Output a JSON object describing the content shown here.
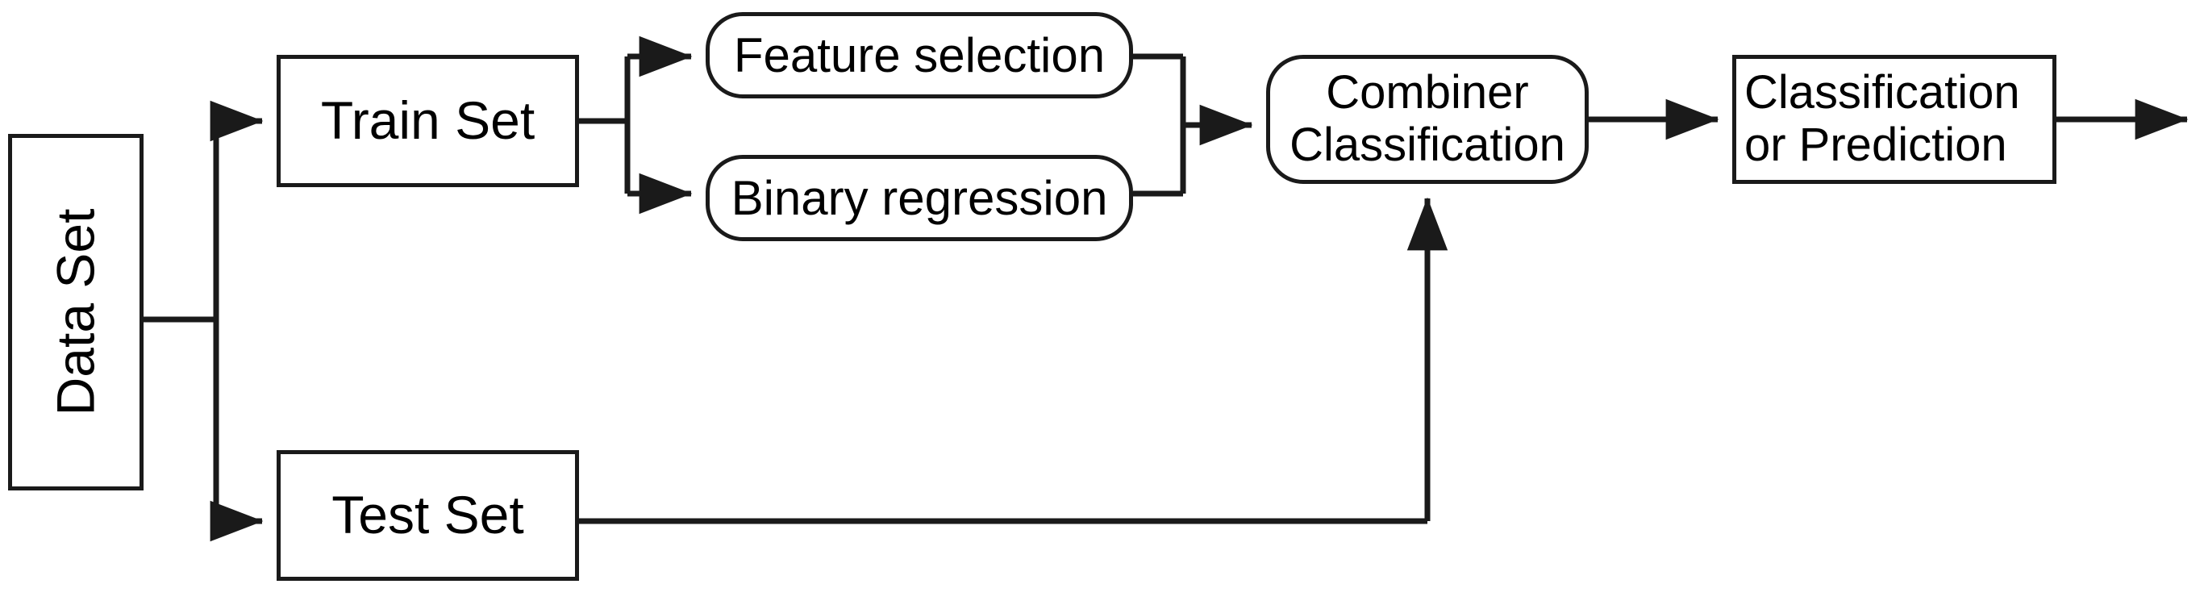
{
  "diagram": {
    "title": "Machine learning pipeline flowchart",
    "background_color": "#ffffff",
    "stroke_color": "#1a1a1a",
    "text_color": "#000000",
    "nodes": {
      "data_set": {
        "label": "Data Set",
        "shape": "rectangle",
        "orientation": "vertical"
      },
      "train_set": {
        "label": "Train Set",
        "shape": "rectangle"
      },
      "test_set": {
        "label": "Test Set",
        "shape": "rectangle"
      },
      "feature_selection": {
        "label": "Feature selection",
        "shape": "rounded-rectangle"
      },
      "binary_regression": {
        "label": "Binary regression",
        "shape": "rounded-rectangle"
      },
      "combiner_classification": {
        "label": "Combiner\nClassification",
        "shape": "rounded-rectangle"
      },
      "classification_or_prediction": {
        "label": "Classification\nor Prediction",
        "shape": "rectangle"
      }
    },
    "edges": [
      {
        "from": "data_set",
        "to": "train_set",
        "arrow": true
      },
      {
        "from": "data_set",
        "to": "test_set",
        "arrow": true
      },
      {
        "from": "train_set",
        "to": "feature_selection",
        "arrow": true
      },
      {
        "from": "train_set",
        "to": "binary_regression",
        "arrow": true
      },
      {
        "from": "feature_selection",
        "to": "combiner_classification",
        "arrow": true
      },
      {
        "from": "binary_regression",
        "to": "combiner_classification",
        "arrow": true
      },
      {
        "from": "test_set",
        "to": "combiner_classification",
        "arrow": true
      },
      {
        "from": "combiner_classification",
        "to": "classification_or_prediction",
        "arrow": true
      },
      {
        "from": "classification_or_prediction",
        "to": "output",
        "arrow": true
      }
    ]
  }
}
